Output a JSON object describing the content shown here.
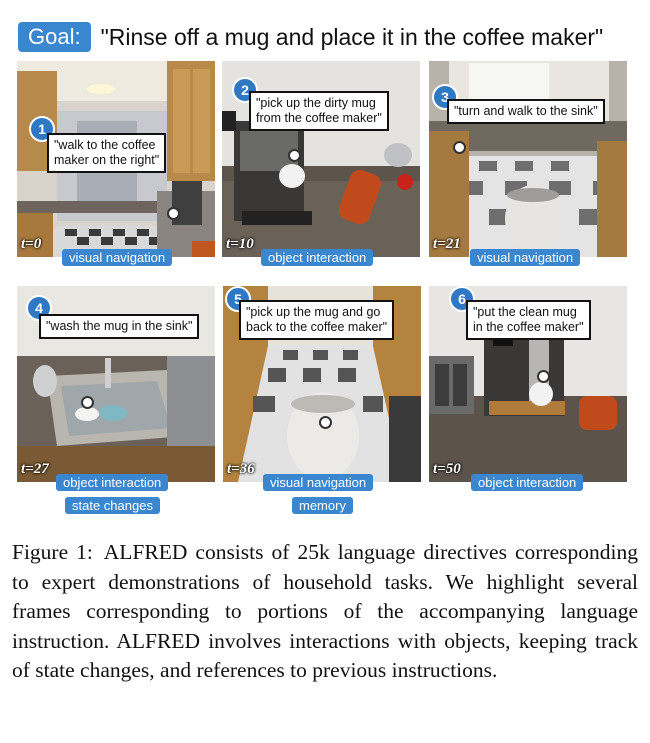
{
  "goal": {
    "label": "Goal:",
    "text": "\"Rinse off a mug and place it in the coffee maker\""
  },
  "frames": [
    {
      "num": "1",
      "instruction": "\"walk to the coffee\nmaker on the right\"",
      "time": "t=0",
      "tags": [
        "visual navigation"
      ]
    },
    {
      "num": "2",
      "instruction": "\"pick up the dirty mug\nfrom the coffee maker\"",
      "time": "t=10",
      "tags": [
        "object interaction"
      ]
    },
    {
      "num": "3",
      "instruction": "\"turn and walk to the sink\"",
      "time": "t=21",
      "tags": [
        "visual navigation"
      ]
    },
    {
      "num": "4",
      "instruction": "\"wash the mug in the sink\"",
      "time": "t=27",
      "tags": [
        "object interaction",
        "state changes"
      ]
    },
    {
      "num": "5",
      "instruction": "\"pick up the mug and go\nback to the coffee maker\"",
      "time": "t=36",
      "tags": [
        "visual navigation",
        "memory"
      ]
    },
    {
      "num": "6",
      "instruction": "\"put the clean mug\nin the coffee maker\"",
      "time": "t=50",
      "tags": [
        "object interaction"
      ]
    }
  ],
  "caption": {
    "label": "Figure 1:",
    "text": "ALFRED consists of 25k language directives corresponding to expert demonstrations of household tasks. We highlight several frames corresponding to portions of the accompanying language instruction. ALFRED involves interactions with objects, keeping track of state changes, and references to previous instructions."
  },
  "colors": {
    "tag_blue": "#3a86cf",
    "badge_blue": "#2f78c4"
  }
}
